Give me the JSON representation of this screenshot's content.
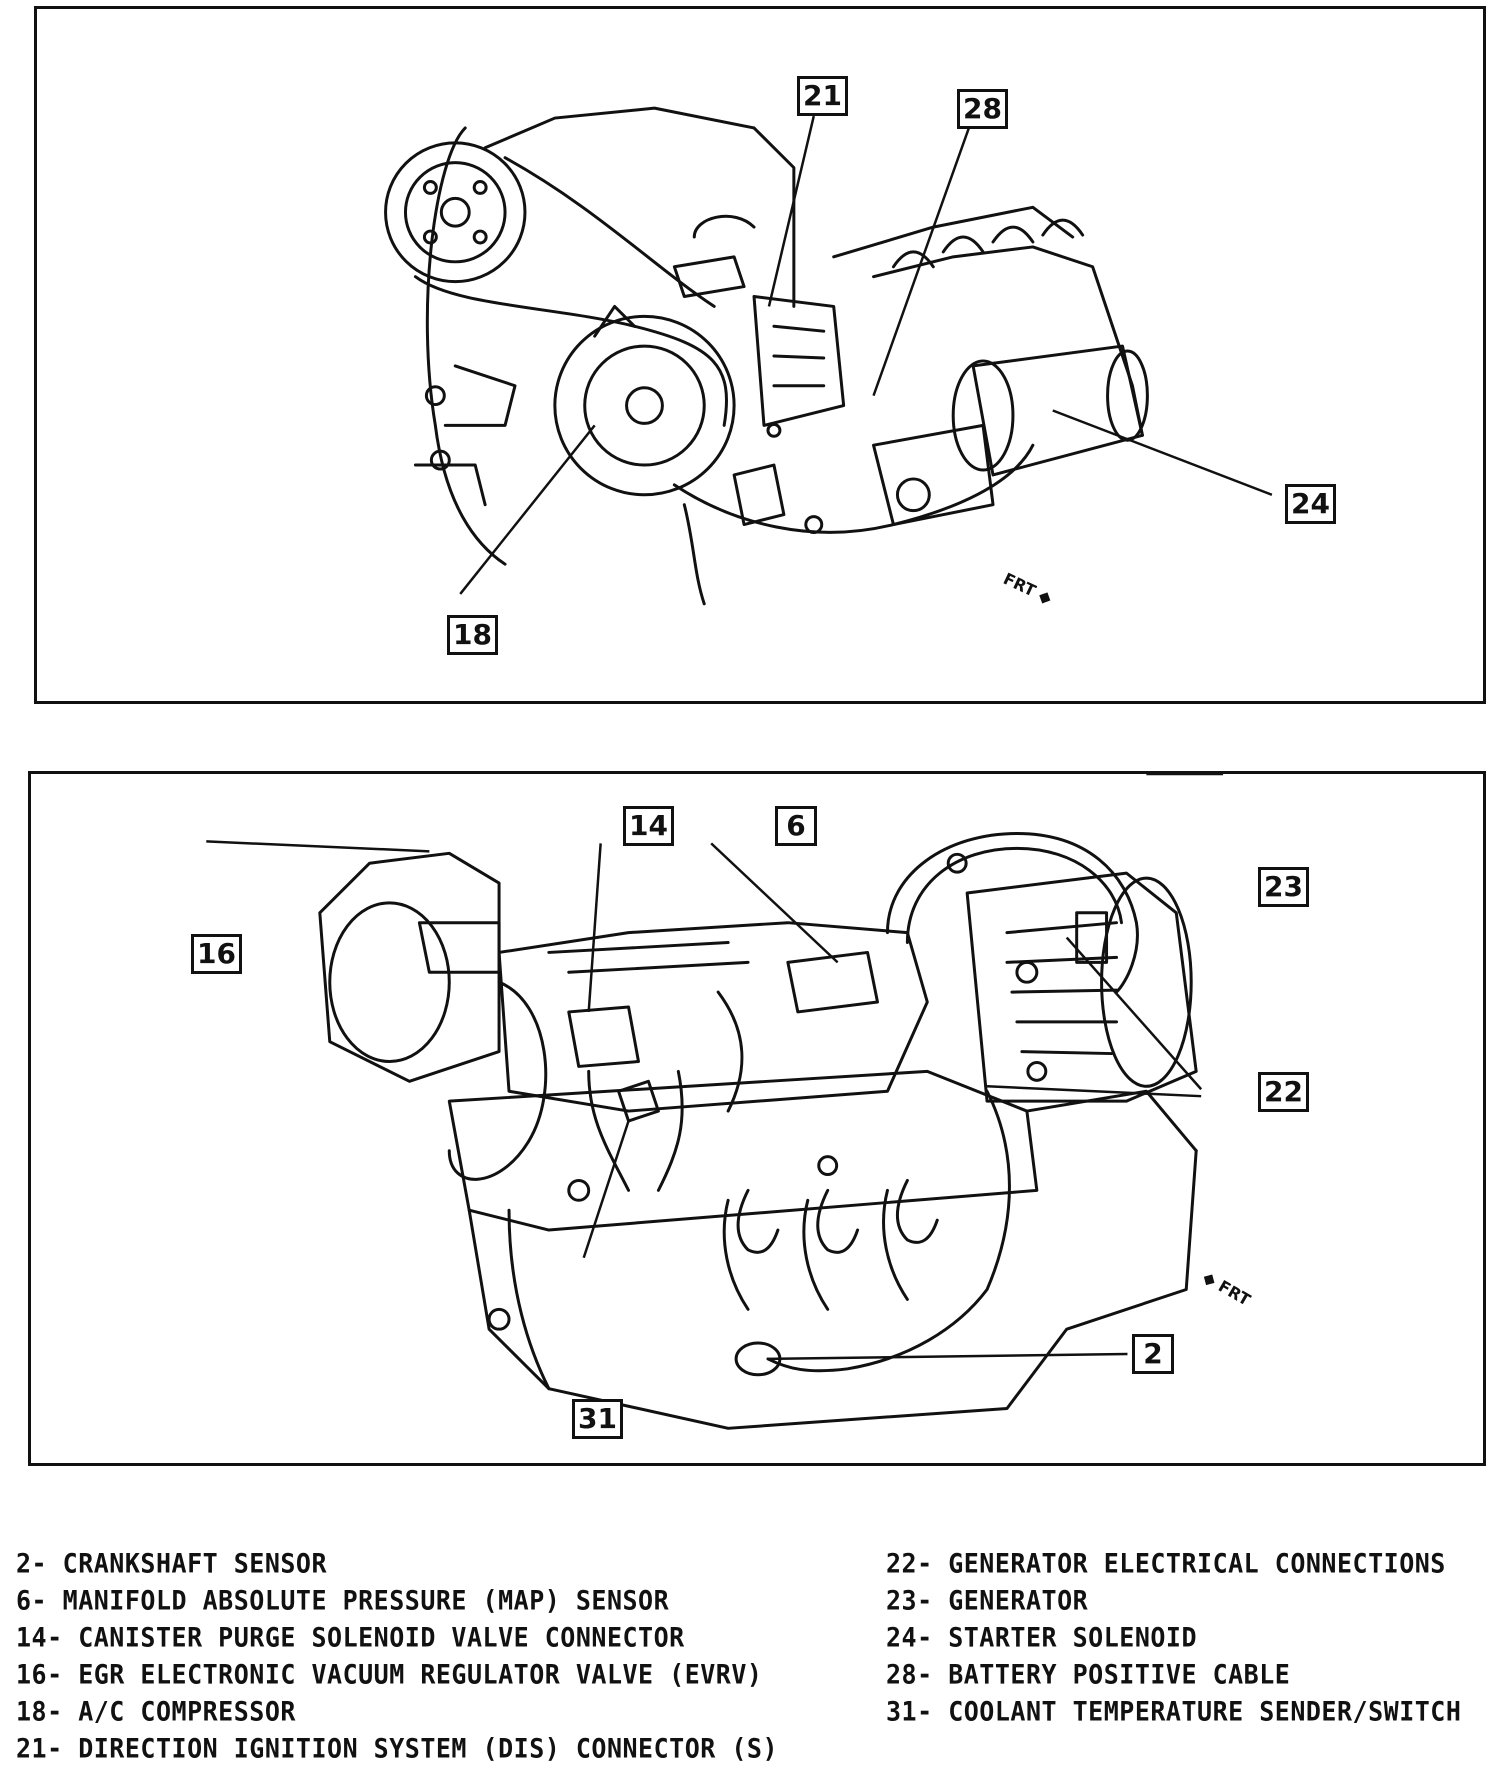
{
  "panels": {
    "top": {
      "callouts": {
        "c21": "21",
        "c28": "28",
        "c24": "24",
        "c18": "18"
      },
      "front_marker": "FRT"
    },
    "bottom": {
      "callouts": {
        "c14": "14",
        "c6": "6",
        "c23": "23",
        "c16": "16",
        "c22": "22",
        "c31": "31",
        "c2": "2"
      },
      "front_marker": "FRT"
    }
  },
  "legend": {
    "left": [
      "2- CRANKSHAFT SENSOR",
      "6- MANIFOLD ABSOLUTE PRESSURE (MAP) SENSOR",
      "14- CANISTER PURGE SOLENOID VALVE CONNECTOR",
      "16- EGR ELECTRONIC VACUUM REGULATOR VALVE (EVRV)",
      "18- A/C COMPRESSOR",
      "21- DIRECTION IGNITION SYSTEM (DIS) CONNECTOR (S)"
    ],
    "right": [
      "22- GENERATOR ELECTRICAL CONNECTIONS",
      "23- GENERATOR",
      "24- STARTER SOLENOID",
      "28- BATTERY POSITIVE CABLE",
      "31- COOLANT TEMPERATURE SENDER/SWITCH"
    ]
  }
}
